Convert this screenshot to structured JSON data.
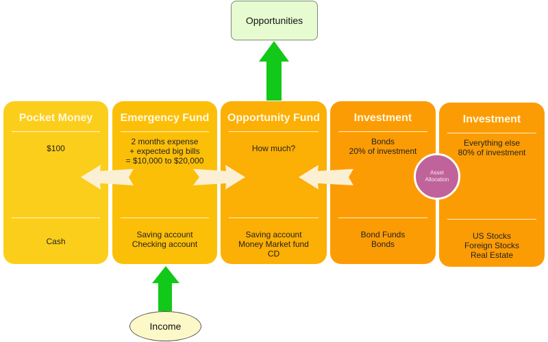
{
  "top_node": {
    "label": "Opportunities"
  },
  "bottom_node": {
    "label": "Income"
  },
  "asset_allocation": {
    "label": "Asset\nAllocation",
    "color": "#c0639a"
  },
  "columns": [
    {
      "title": "Pocket Money",
      "amount": "$100",
      "where": "Cash",
      "color": "#fcce1c"
    },
    {
      "title": "Emergency Fund",
      "amount": "2 months expense\n+ expected big bills\n= $10,000 to $20,000",
      "where": "Saving account\nChecking account",
      "color": "#fcbf08"
    },
    {
      "title": "Opportunity Fund",
      "amount": "How much?",
      "where": "Saving account\nMoney Market fund\nCD",
      "color": "#fcaf04"
    },
    {
      "title": "Investment",
      "amount": "Bonds\n20% of investment",
      "where": "Bond Funds\nBonds",
      "color": "#fc9c04"
    },
    {
      "title": "Investment",
      "amount": "Everything else\n80% of investment",
      "where": "US Stocks\nForeign Stocks\nReal Estate",
      "color": "#fc9c04"
    }
  ],
  "colors": {
    "flow_arrow": "#12c818",
    "transfer_arrow": "#fcf0d4"
  }
}
